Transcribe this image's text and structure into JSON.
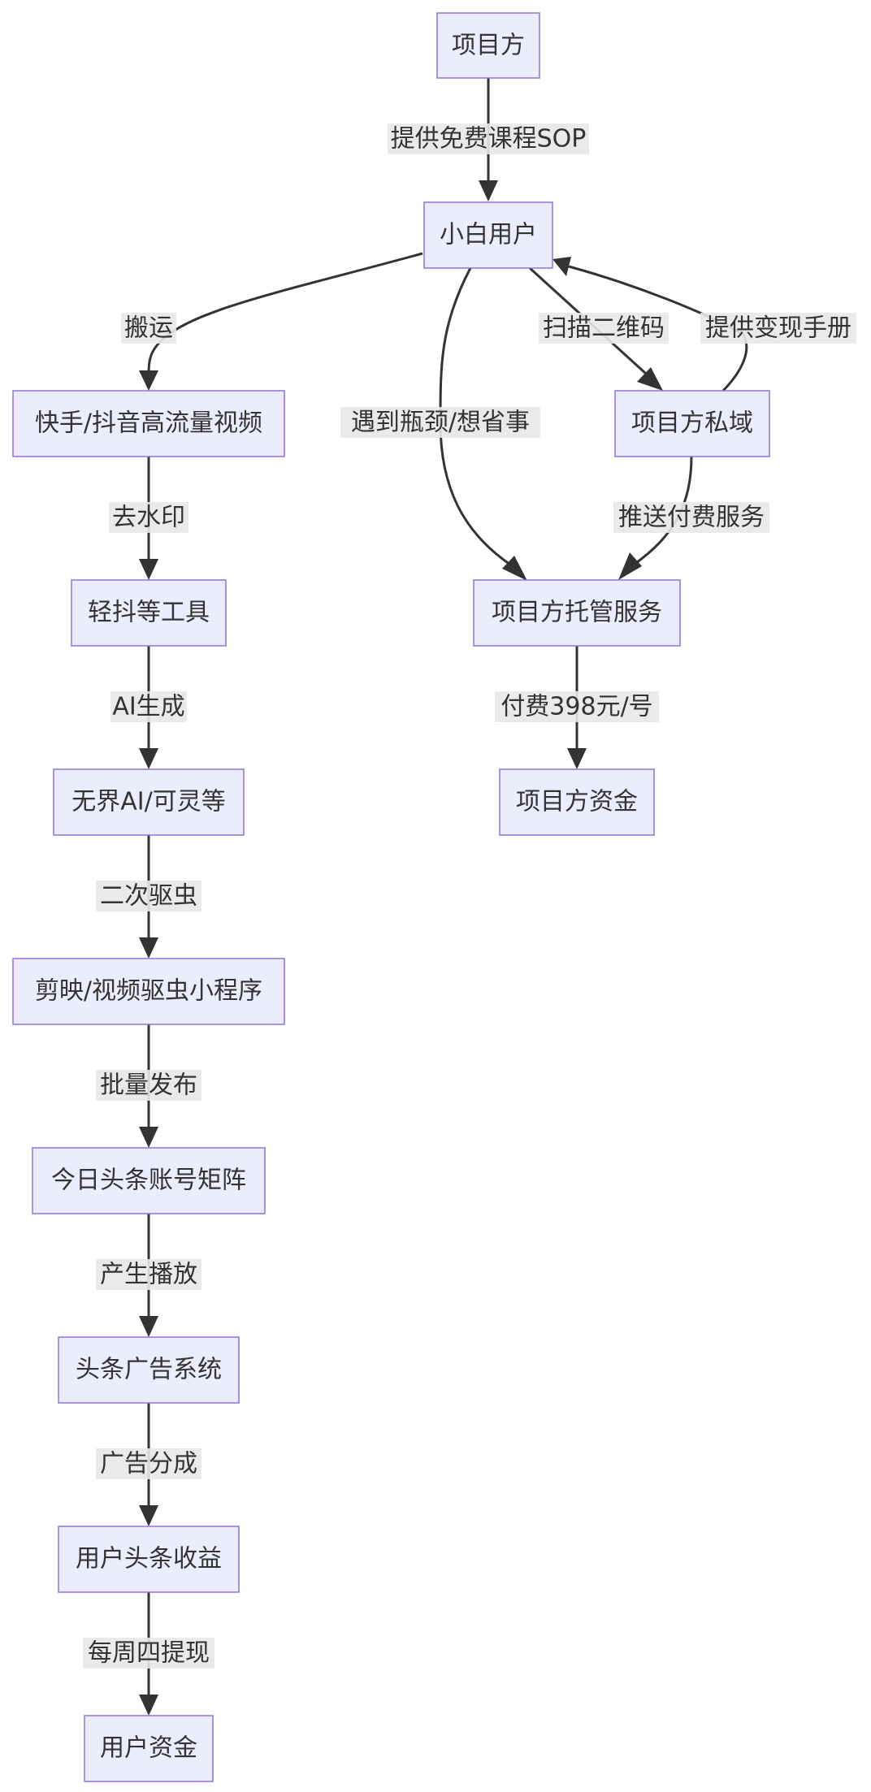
{
  "nodes": {
    "project": "项目方",
    "novice": "小白用户",
    "kuaishou": "快手/抖音高流量视频",
    "private": "项目方私域",
    "qingdou": "轻抖等工具",
    "hosting": "项目方托管服务",
    "wujie": "无界AI/可灵等",
    "funds": "项目方资金",
    "jianying": "剪映/视频驱虫小程序",
    "toutiao": "今日头条账号矩阵",
    "adsystem": "头条广告系统",
    "income": "用户头条收益",
    "userfunds": "用户资金"
  },
  "edges": {
    "free_course": "提供免费课程SOP",
    "carry": "搬运",
    "bottleneck": "遇到瓶颈/想省事",
    "scan_qr": "扫描二维码",
    "monetize": "提供变现手册",
    "watermark": "去水印",
    "paid_service": "推送付费服务",
    "ai_gen": "AI生成",
    "fee": "付费398元/号",
    "dedup": "二次驱虫",
    "batch": "批量发布",
    "plays": "产生播放",
    "ad_share": "广告分成",
    "withdraw": "每周四提现"
  }
}
